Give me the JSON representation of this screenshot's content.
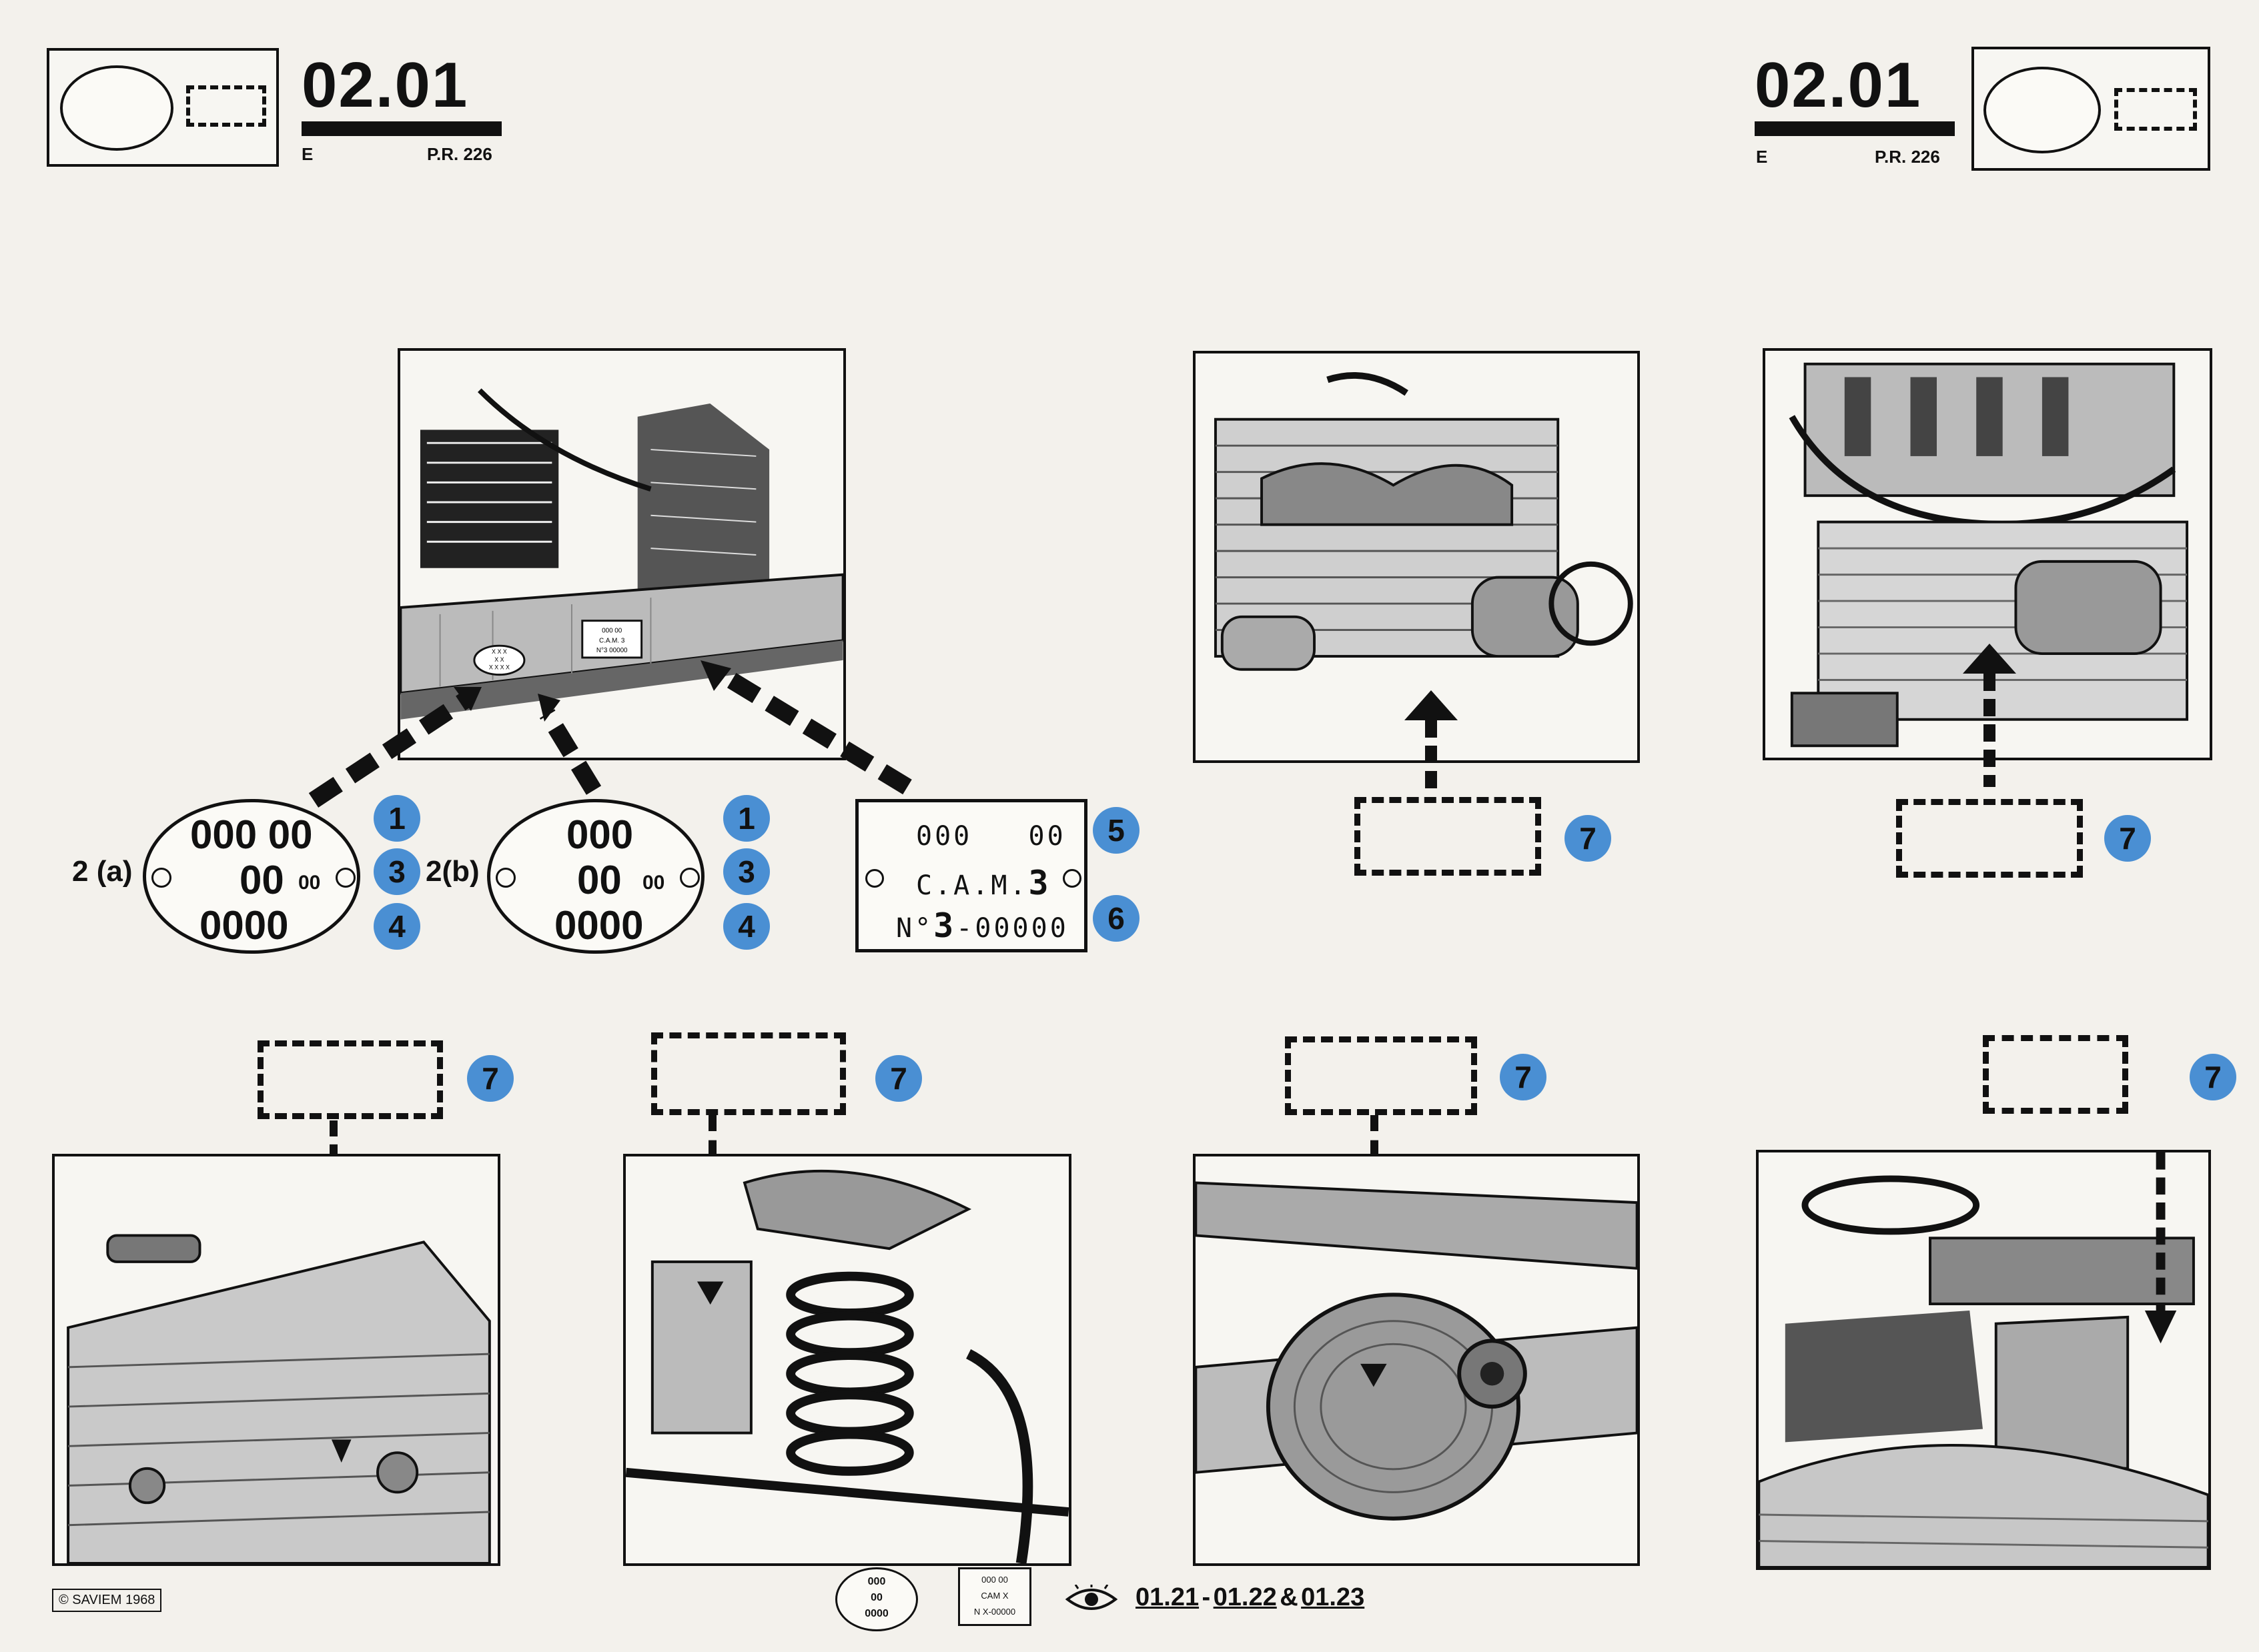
{
  "header": {
    "code_bold": "02.",
    "code_thin": "01",
    "lang": "E",
    "ref": "P.R. 226"
  },
  "plates": {
    "a": {
      "label": "2 (a)",
      "line1": "000 00",
      "line2": "00",
      "line2_small": "00",
      "line3": "0000"
    },
    "b": {
      "label": "2(b)",
      "line1": "000",
      "line2": "00",
      "line2_small": "00",
      "line3": "0000"
    },
    "cam": {
      "line1": "000   00",
      "line2_prefix": "C.A.M.",
      "line2_num": "3",
      "line3_prefix": "N°",
      "line3_num": "3",
      "line3_rest": "-00000"
    }
  },
  "badges": [
    "1",
    "3",
    "4",
    "1",
    "3",
    "4",
    "5",
    "6",
    "7"
  ],
  "photo_plate": {
    "l1": "X X X",
    "l2": "X X",
    "l3": "X X X X",
    "r1": "000 00",
    "r2": "C.A.M. 3",
    "r3": "N°3 00000"
  },
  "footer": {
    "copyright": "© SAVIEM 1968",
    "oval": [
      "000",
      "00",
      "0000"
    ],
    "rect": [
      "000 00",
      "CAM X",
      "N X-00000"
    ],
    "ref1": "01.21",
    "dash1": "-",
    "ref2": "01.22",
    "amp": "&",
    "ref3": "01.23"
  },
  "colors": {
    "badge": "#4a8fd3",
    "ink": "#111111",
    "paper": "#f3f1ec"
  }
}
